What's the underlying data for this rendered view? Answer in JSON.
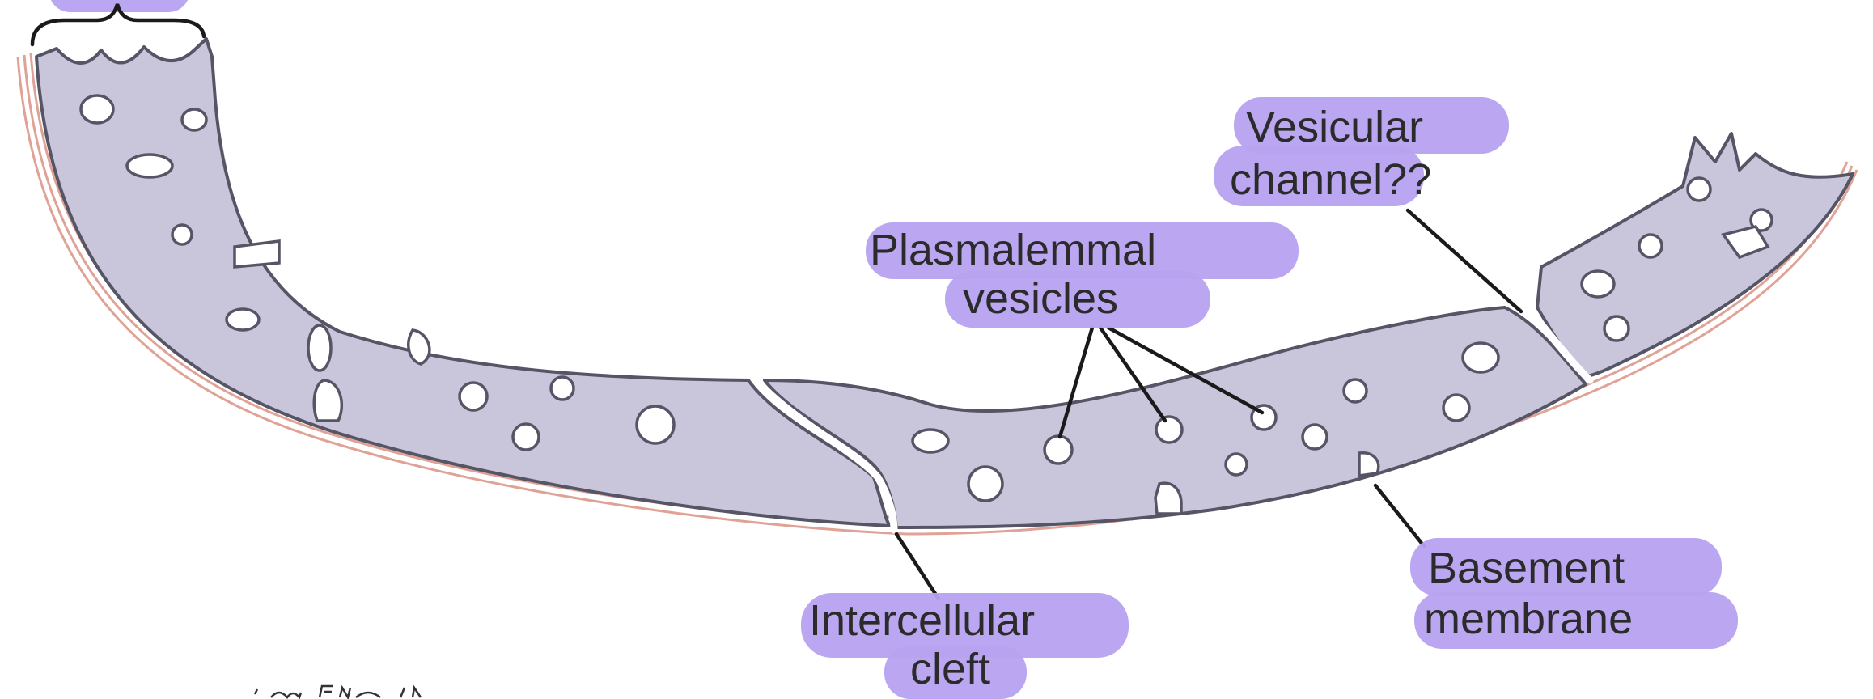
{
  "labels": {
    "vesicular_channel_line1": "Vesicular",
    "vesicular_channel_line2": "channel??",
    "plasmalemmal_line1": "Plasmalemmal",
    "plasmalemmal_line2": "vesicles",
    "intercellular_line1": "Intercellular",
    "intercellular_line2": "cleft",
    "basement_line1": "Basement",
    "basement_line2": "membrane"
  },
  "colors": {
    "highlight": "#b7a2f0",
    "cytoplasm": "#c9c6db",
    "outline": "#555566",
    "basement_membrane": "#e0a296"
  }
}
